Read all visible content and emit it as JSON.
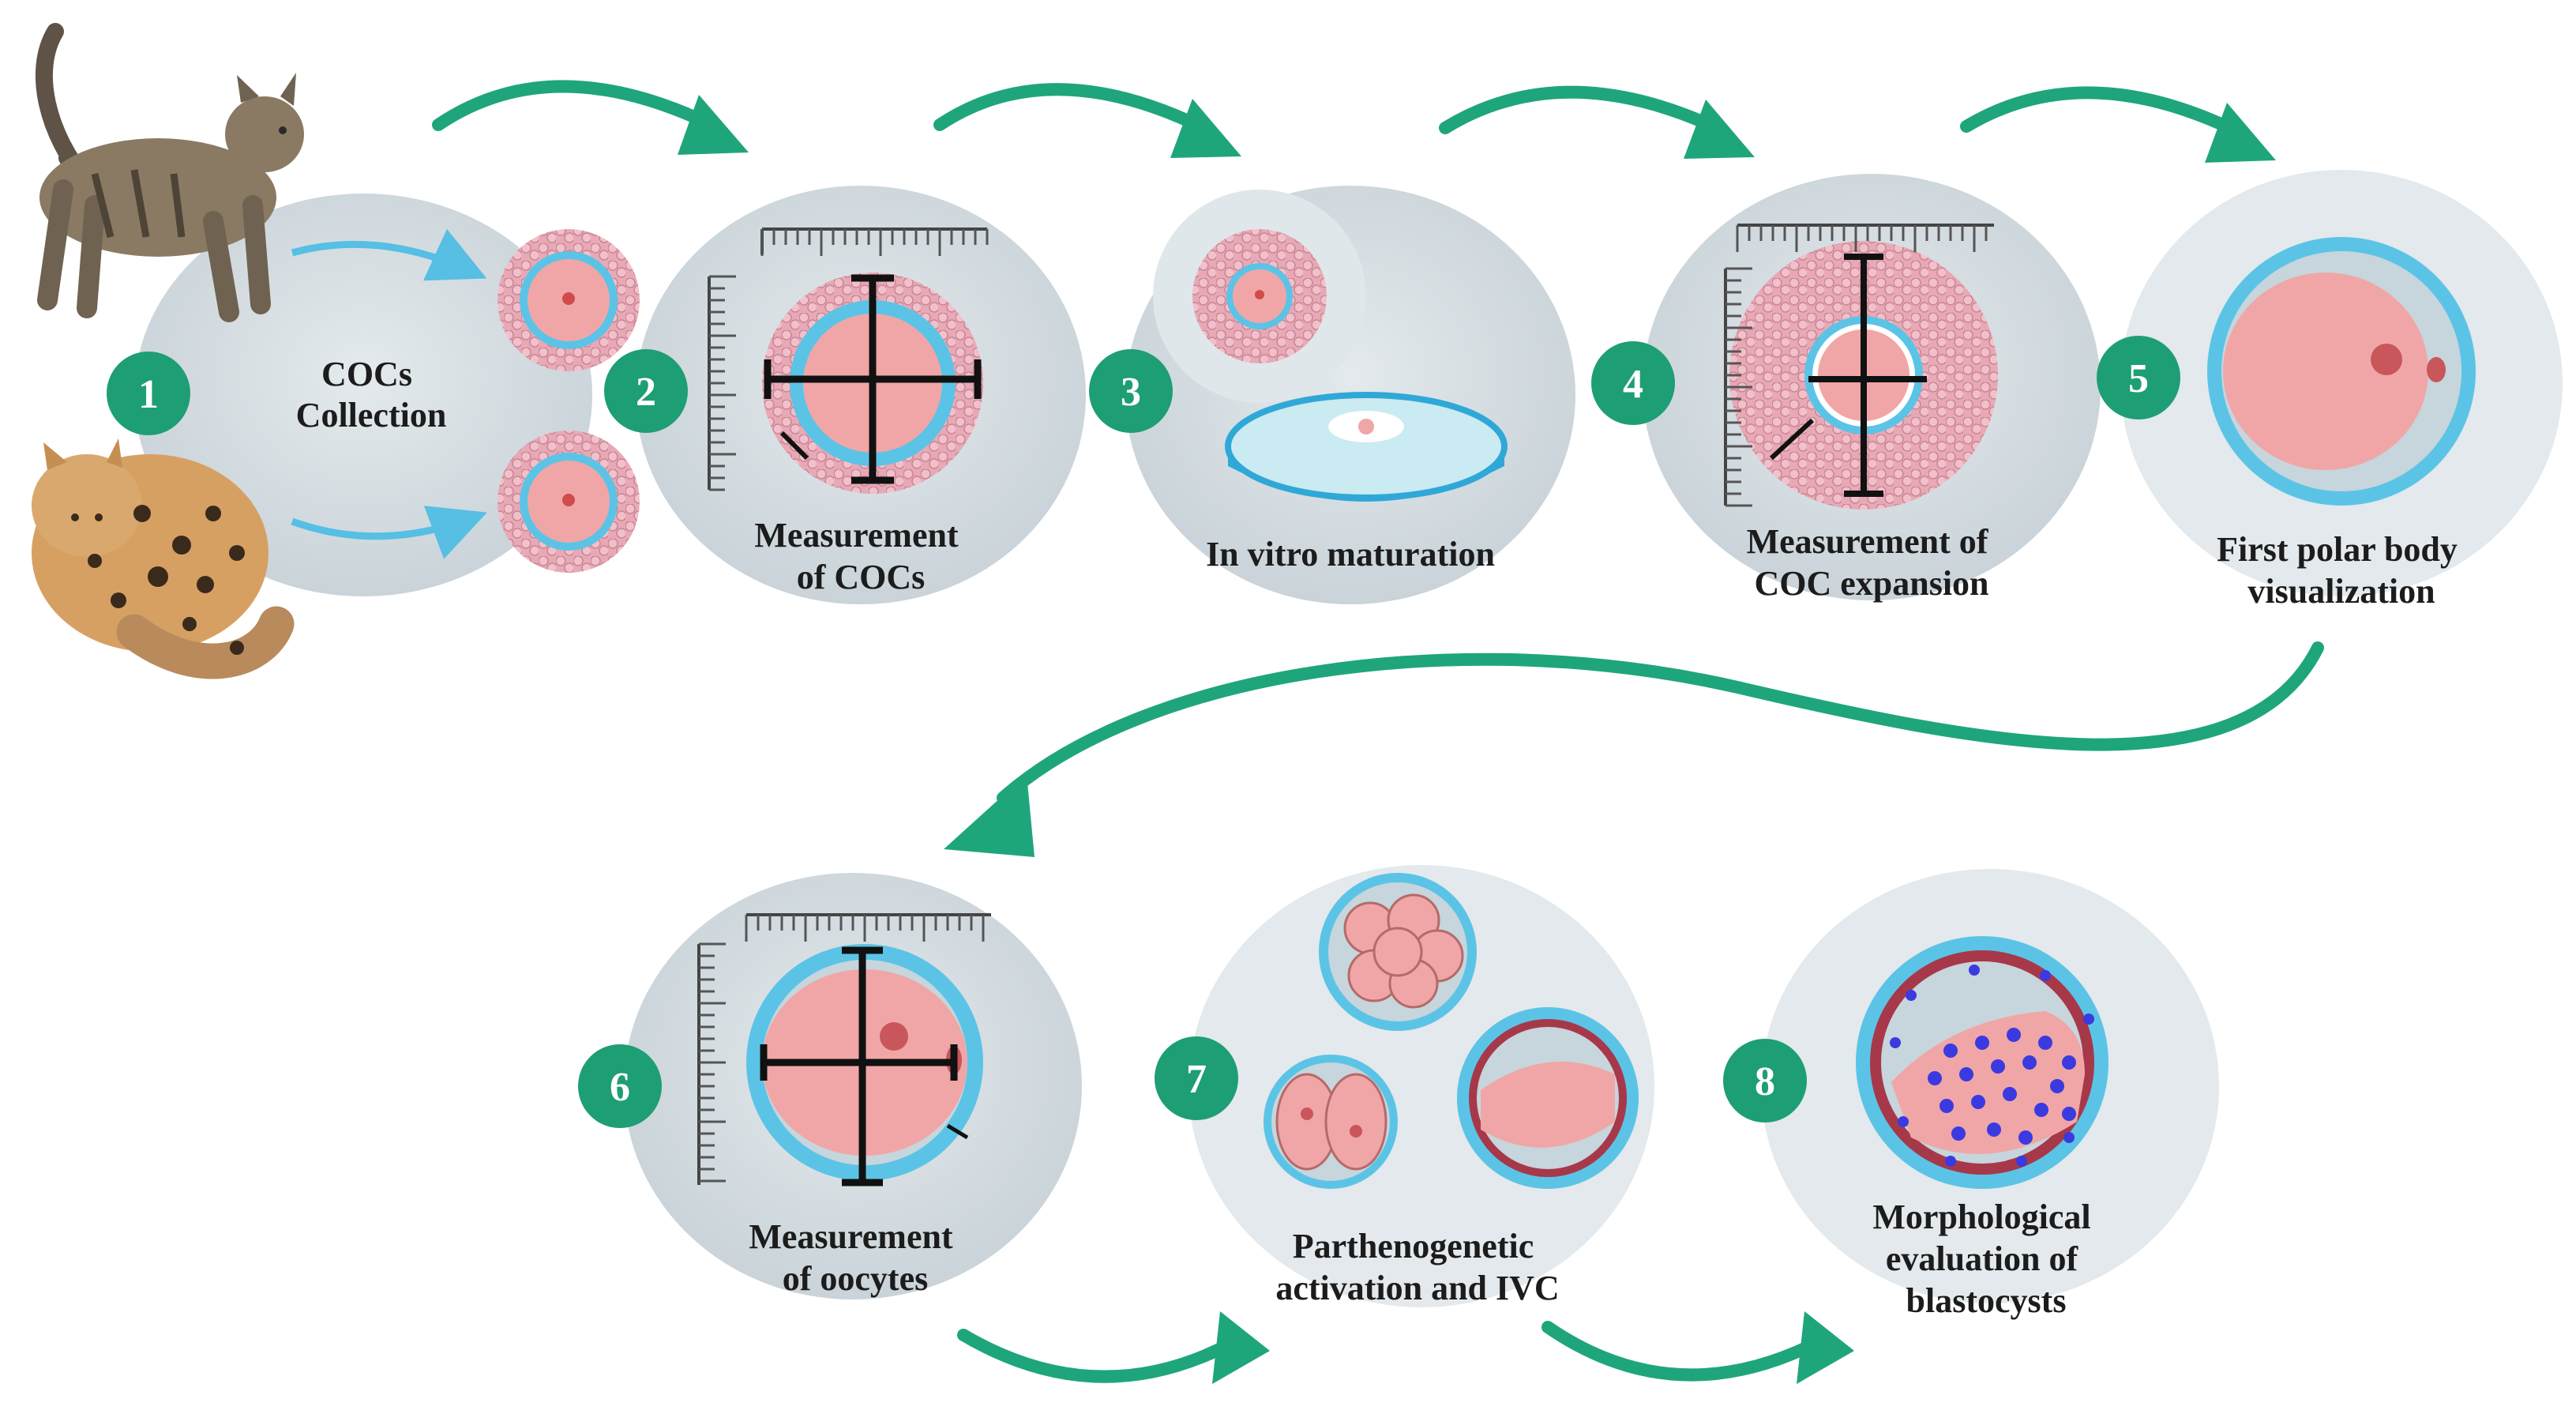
{
  "colors": {
    "arrow": "#1fa57c",
    "badge": "#1e9e74",
    "stage_bg": "#cfd8dd",
    "zona": "#5bc4e6",
    "ooplasm": "#f0a6a6",
    "cumulus": "#e6a5b3",
    "nucleus": "#d24a4a",
    "dish": "#2fa8d8",
    "blast_dot": "#3a3ae0"
  },
  "steps": [
    {
      "number": "1",
      "label_lines": [
        "COCs",
        "Collection"
      ],
      "icon": "domestic-and-wild-cat-with-cocs"
    },
    {
      "number": "2",
      "label_lines": [
        "Measurement",
        "of COCs"
      ],
      "icon": "coc-measurement-ruler"
    },
    {
      "number": "3",
      "label_lines": [
        "In vitro maturation"
      ],
      "icon": "petri-dish"
    },
    {
      "number": "4",
      "label_lines": [
        "Measurement of",
        "COC expansion"
      ],
      "icon": "expanded-coc-ruler"
    },
    {
      "number": "5",
      "label_lines": [
        "First polar body",
        "visualization"
      ],
      "icon": "oocyte-polar-body"
    },
    {
      "number": "6",
      "label_lines": [
        "Measurement",
        "of oocytes"
      ],
      "icon": "oocyte-measurement-ruler"
    },
    {
      "number": "7",
      "label_lines": [
        "Parthenogenetic",
        "activation and IVC"
      ],
      "icon": "embryo-stages"
    },
    {
      "number": "8",
      "label_lines": [
        "Morphological",
        "evaluation of",
        "blastocysts"
      ],
      "icon": "blastocyst"
    }
  ]
}
